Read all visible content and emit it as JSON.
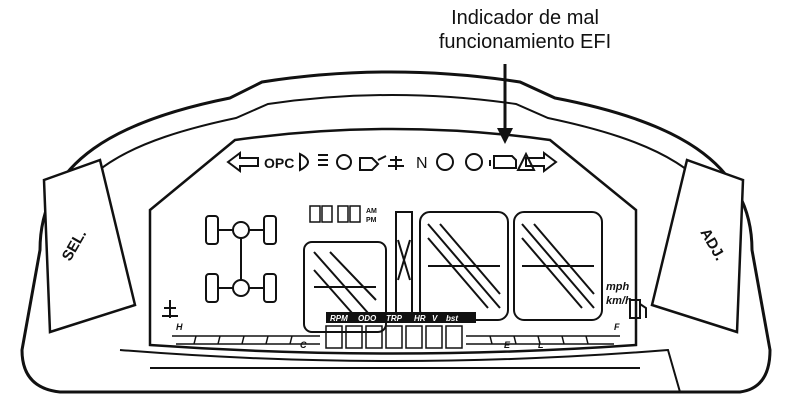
{
  "callout": {
    "line1": "Indicador de mal",
    "line2": "funcionamiento EFI"
  },
  "indicators": {
    "opc": "OPC",
    "neutral": "N",
    "headlight_icon": "headlight-icon",
    "parking_brake_icon": "parking-brake-icon",
    "oil_pressure_icon": "oil-can-icon",
    "engine_temp_icon": "engine-temp-icon",
    "park_icon": "park-icon",
    "efi_icon": "engine-check-icon",
    "warning_icon": "warning-triangle-icon"
  },
  "buttons": {
    "sel": "SEL.",
    "adj": "ADJ."
  },
  "units": {
    "mph": "mph",
    "kmh": "km/h"
  },
  "gauge_letters": {
    "temp_high": "H",
    "temp_cold": "C",
    "fuel_low": "L",
    "fuel_empty": "E",
    "fuel_full": "F"
  },
  "mode_labels": [
    "RPM",
    "ODO",
    "TRP",
    "HR",
    "V",
    "bst"
  ],
  "clock": {
    "am": "AM",
    "pm": "PM"
  },
  "colors": {
    "ink": "#111111",
    "panel": "#ffffff"
  }
}
